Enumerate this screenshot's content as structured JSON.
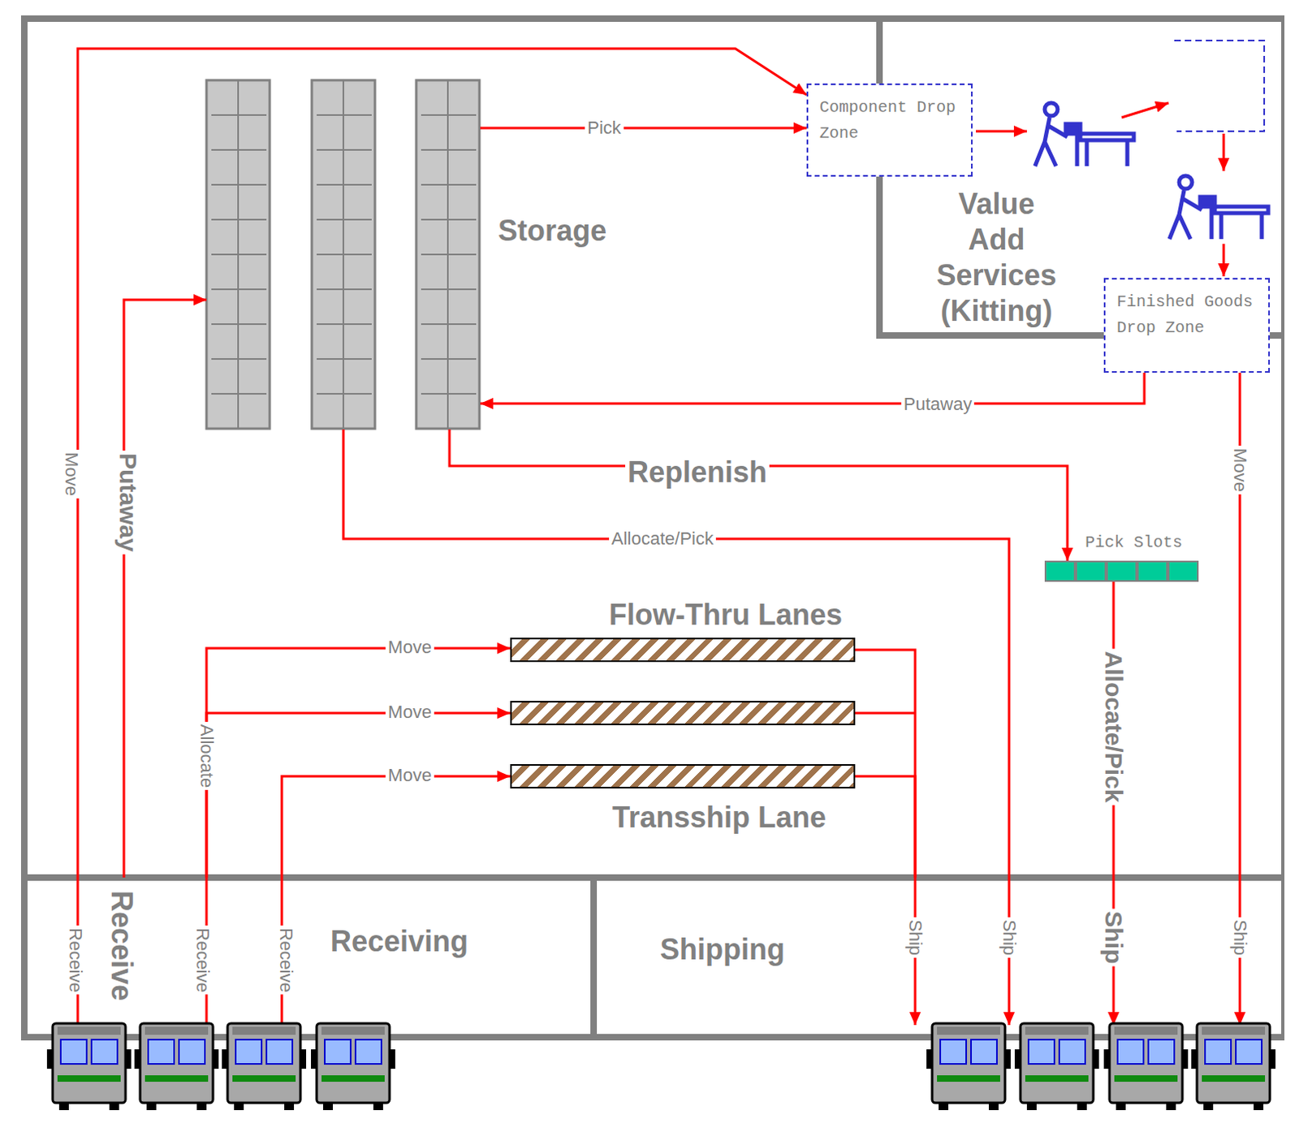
{
  "diagram": {
    "nodes": [
      {
        "text": [
          "Storage"
        ]
      },
      {
        "text": [
          "Value Add Services (Kitting)"
        ]
      },
      {
        "text": [
          "Component Drop Zone"
        ]
      },
      {
        "text": [
          "Finished Goods Drop Zone"
        ]
      },
      {
        "text": [
          "Pick Slots"
        ]
      },
      {
        "text": [
          "Flow-Thru Lanes"
        ]
      },
      {
        "text": [
          "Transship Lane"
        ]
      },
      {
        "text": [
          "Receiving"
        ]
      },
      {
        "text": [
          "Shipping"
        ]
      }
    ],
    "edges": [
      {
        "from": 7,
        "to": 2,
        "label": "Move",
        "arrow": "to"
      },
      {
        "from": 7,
        "to": 0,
        "label": "Putaway",
        "arrow": "to"
      },
      {
        "from": 0,
        "to": 2,
        "label": "Pick",
        "arrow": "to"
      },
      {
        "from": 3,
        "to": 0,
        "label": "Putaway",
        "arrow": "to"
      },
      {
        "from": 0,
        "to": 4,
        "label": "Replenish",
        "arrow": "to"
      },
      {
        "from": 0,
        "to": 8,
        "label": "Allocate/Pick",
        "arrow": "none"
      },
      {
        "from": 7,
        "to": 5,
        "label": "Move",
        "arrow": "to"
      },
      {
        "from": 7,
        "to": 5,
        "label": "Move",
        "arrow": "to"
      },
      {
        "from": 7,
        "to": 6,
        "label": "Move",
        "arrow": "to"
      },
      {
        "from": 5,
        "to": 8,
        "arrow": "none"
      },
      {
        "from": 6,
        "to": 8,
        "arrow": "none"
      },
      {
        "from": 4,
        "to": 8,
        "label": "Allocate/Pick",
        "arrow": "none"
      },
      {
        "from": 3,
        "to": 8,
        "label": "Move",
        "arrow": "none"
      }
    ],
    "labels": [
      "Receive",
      "Receive",
      "Receive",
      "Receive",
      "Allocate",
      "Ship",
      "Ship",
      "Ship",
      "Ship"
    ]
  }
}
